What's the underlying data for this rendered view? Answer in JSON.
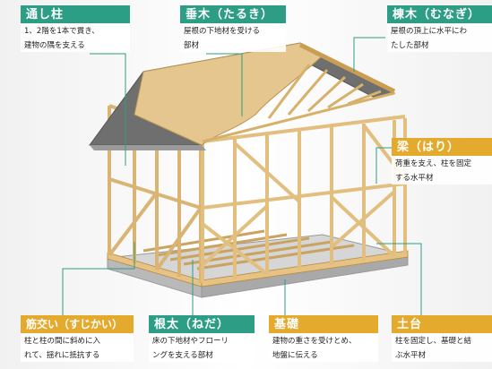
{
  "colors": {
    "teal": "#2e9d86",
    "amber": "#e3aa2d",
    "wood": "#e7c98e",
    "roof": "#707070",
    "concrete": "#c9c9c9"
  },
  "labels": {
    "toshibashira": {
      "title": "通し柱",
      "lines": [
        "1、2階を1本で貫き、",
        "建物の隅を支える"
      ]
    },
    "taruki": {
      "title": "垂木（たるき）",
      "lines": [
        "屋根の下地材を受ける",
        "部材"
      ]
    },
    "munagi": {
      "title": "棟木（むなぎ）",
      "lines": [
        "屋根の頂上に水平にわ",
        "たした部材"
      ]
    },
    "hari": {
      "title": "梁（はり）",
      "lines": [
        "荷重を支え、柱を固定",
        "する水平材"
      ]
    },
    "sujikai": {
      "title": "筋交い（すじかい）",
      "lines": [
        "柱と柱の間に斜めに入",
        "れて、揺れに抵抗する"
      ]
    },
    "neda": {
      "title": "根太（ねだ）",
      "lines": [
        "床の下地材やフローリ",
        "ングを支える部材"
      ]
    },
    "kiso": {
      "title": "基礎",
      "lines": [
        "建物の重さを受けとめ、",
        "地盤に伝える"
      ]
    },
    "dodai": {
      "title": "土台",
      "lines": [
        "柱を固定し、基礎と結",
        "ぶ水平材"
      ]
    }
  }
}
